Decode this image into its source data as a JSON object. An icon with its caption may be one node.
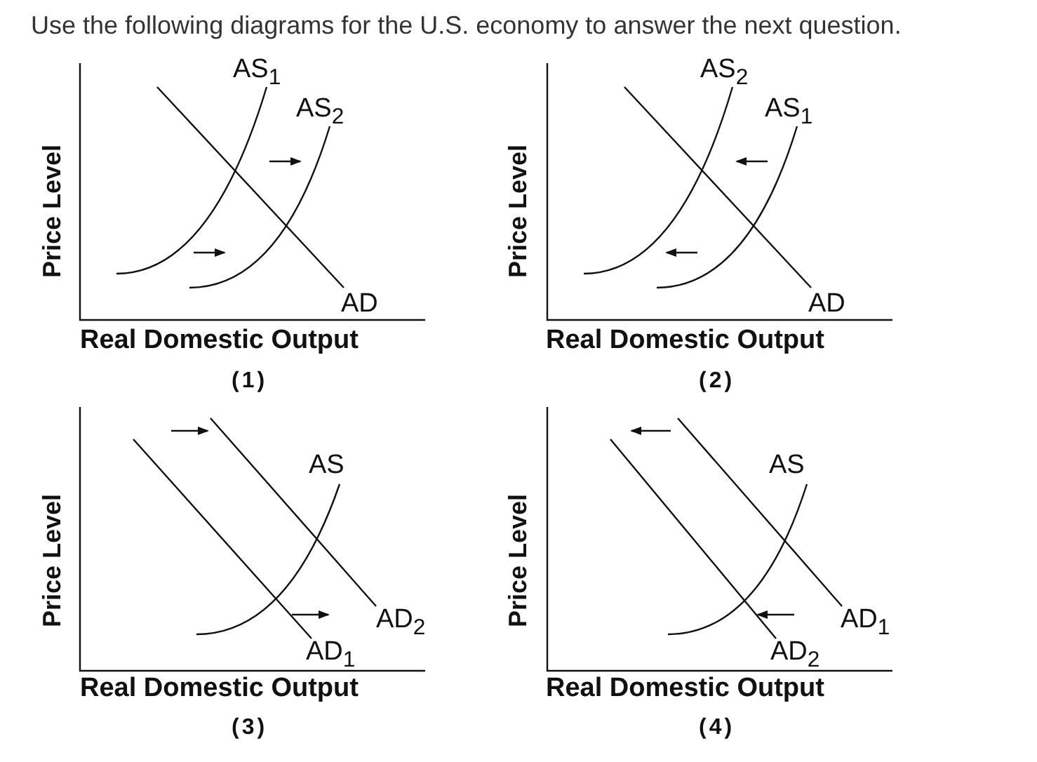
{
  "diagram": {
    "title": "Use the following diagrams for the U.S. economy to answer the next question.",
    "labels": [
      "AS$_{1}$",
      "AS$_{2}$",
      "AD",
      "Price Level",
      "Real Domestic Output",
      "(1)",
      "AS$_{2}$",
      "AS$_{1}$",
      "AD",
      "Price Level",
      "Real Domestic Output",
      "(2)",
      "AS",
      "AD$_{2}$",
      "AD$_{1}$",
      "Price Level",
      "Real Domestic Output",
      "(3)",
      "AS",
      "AD$_{1}$",
      "AD$_{2}$",
      "Price Level",
      "Real Domestic Output",
      "(4)"
    ]
  }
}
